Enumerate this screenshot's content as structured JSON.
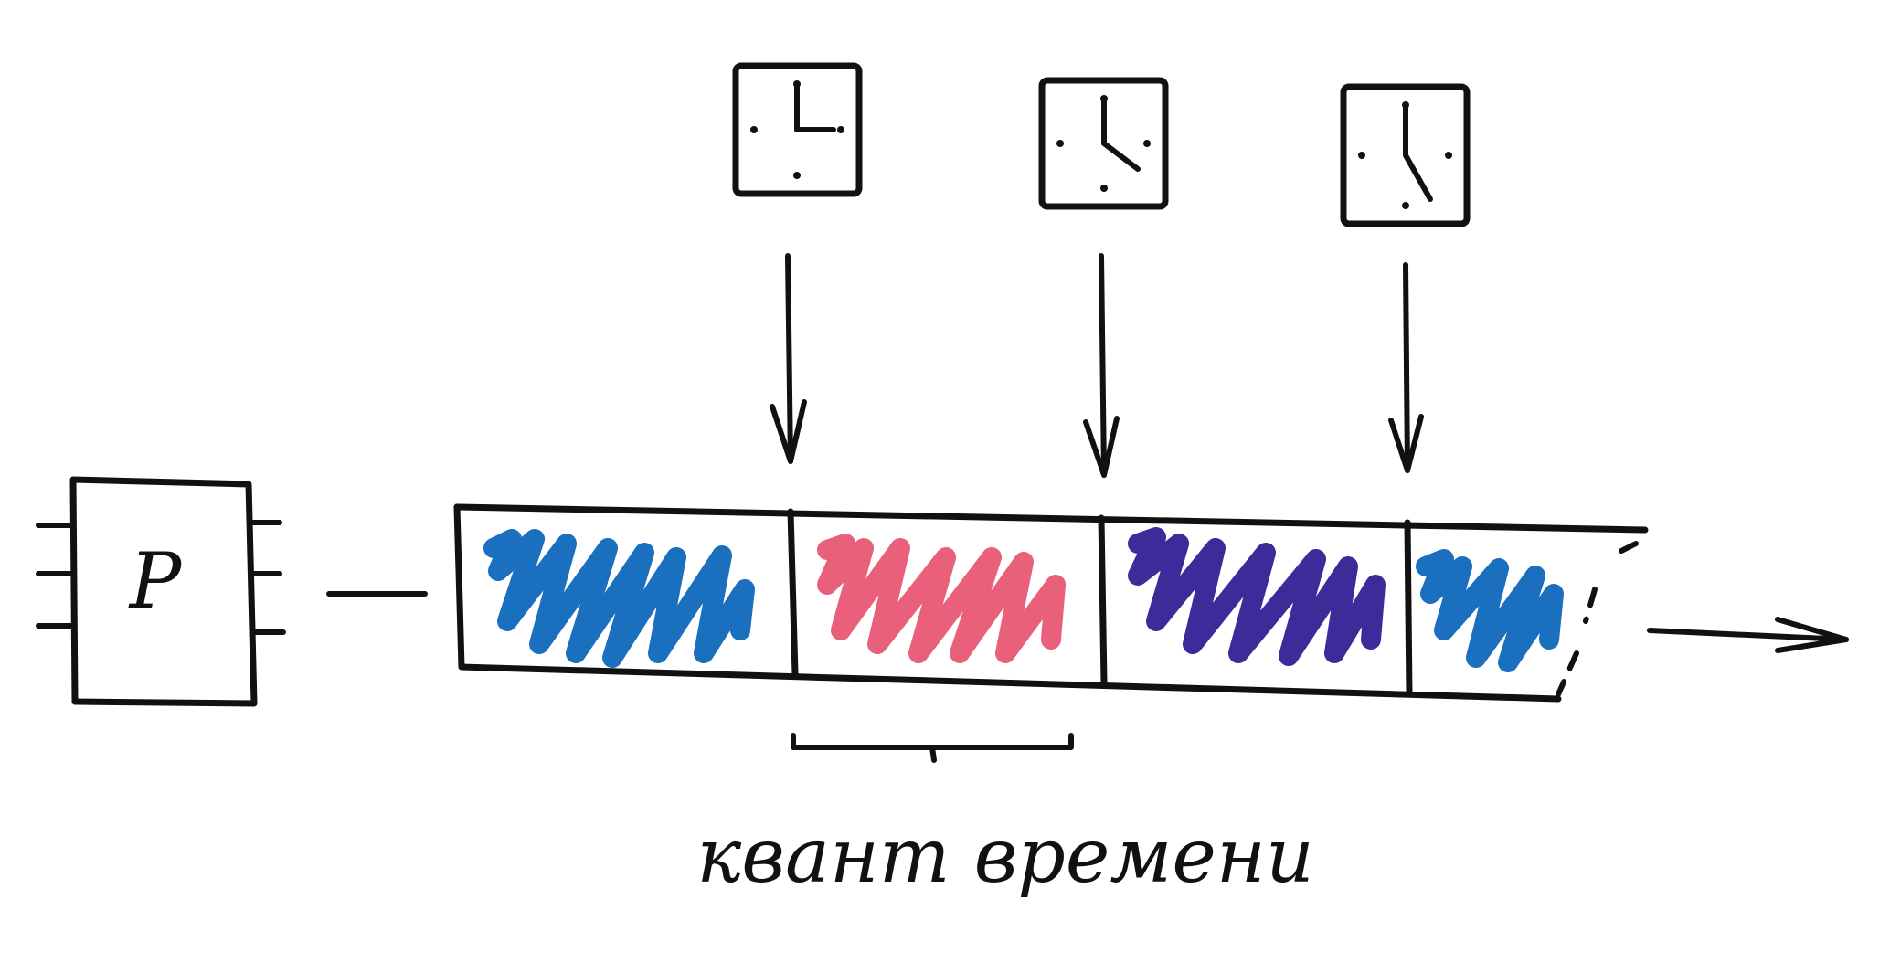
{
  "processor": {
    "label": "P"
  },
  "caption": "квант времени",
  "colors": {
    "ink": "#111111",
    "slices": [
      "#1a6fbf",
      "#e8607a",
      "#3b2c9a",
      "#1a6fbf"
    ]
  },
  "clocks": [
    {
      "icon": "clock-icon",
      "hand_angle_deg": 90
    },
    {
      "icon": "clock-icon",
      "hand_angle_deg": 135
    },
    {
      "icon": "clock-icon",
      "hand_angle_deg": 150
    }
  ]
}
